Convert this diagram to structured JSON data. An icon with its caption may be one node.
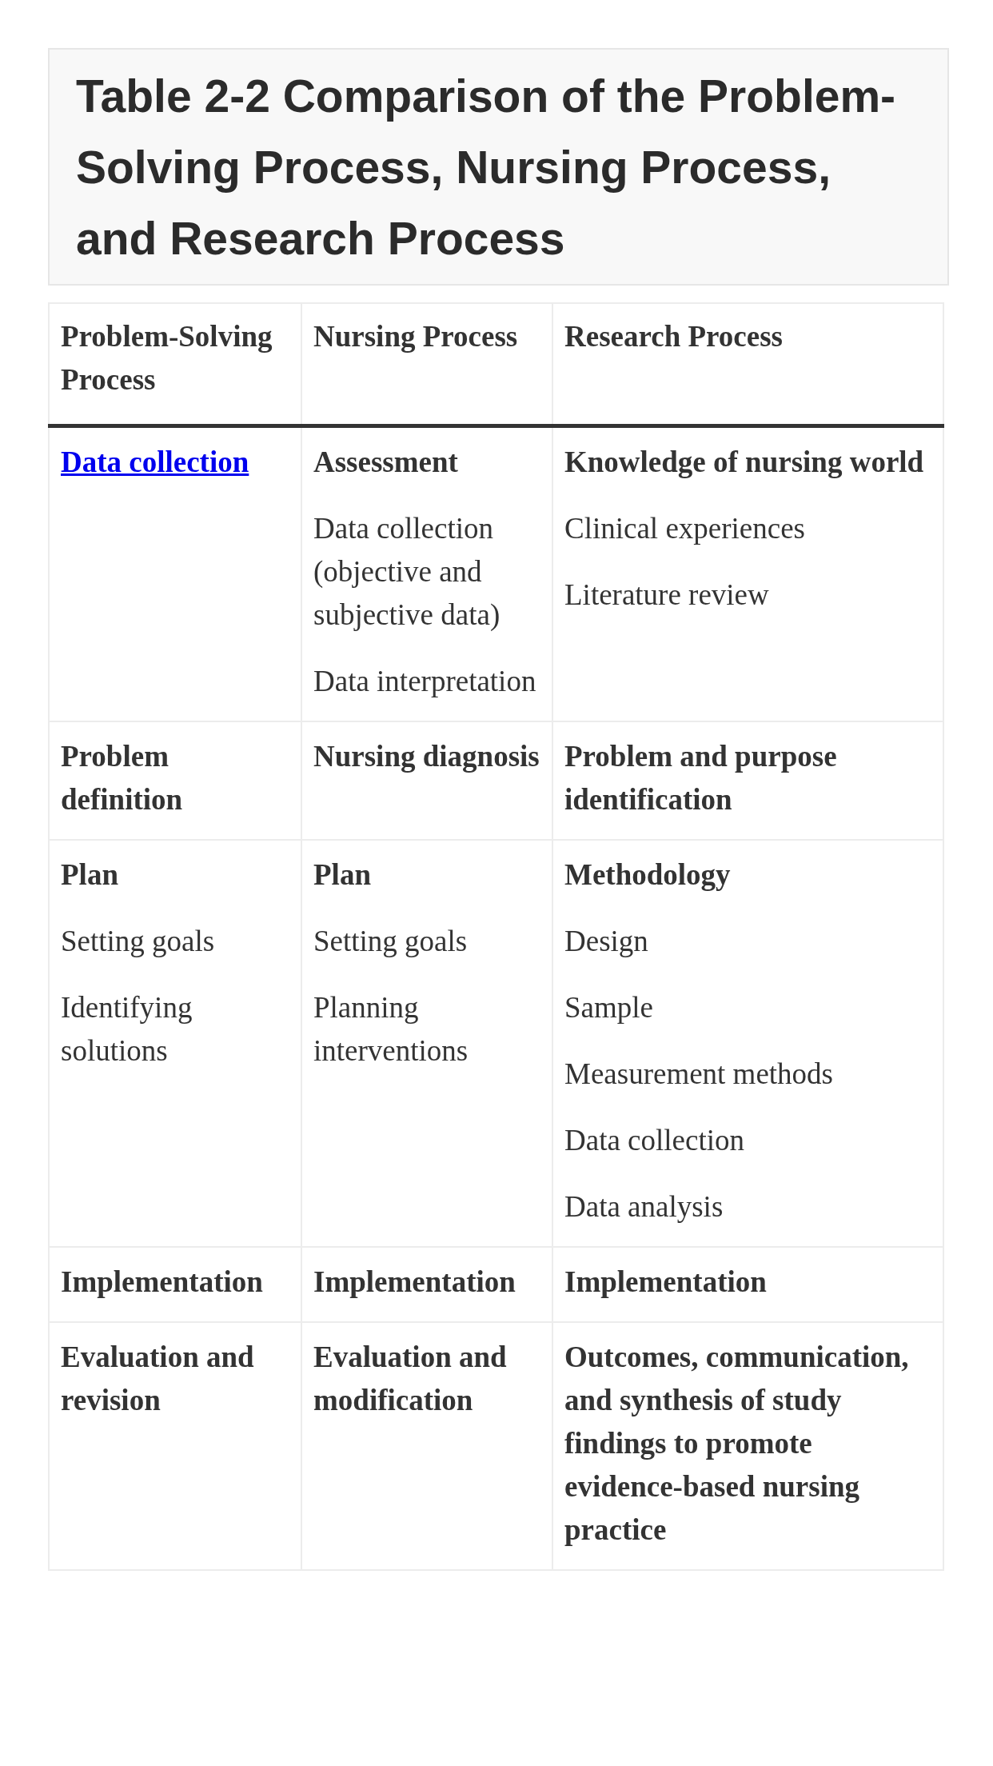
{
  "diagram": {
    "title": "Table 2-2 Comparison of the Problem-Solving Process, Nursing Process, and Research Process",
    "labels": [
      "Problem-Solving Process",
      "Nursing Process",
      "Research Process",
      "Data collection",
      "Assessment",
      "Data collection (objective and subjective data)",
      "Data interpretation",
      "Knowledge of nursing world",
      "Clinical experiences",
      "Literature review",
      "Problem definition",
      "Nursing diagnosis",
      "Problem and purpose identification",
      "Plan",
      "Setting goals",
      "Identifying solutions",
      "Plan",
      "Setting goals",
      "Planning interventions",
      "Methodology",
      "Design",
      "Sample",
      "Measurement methods",
      "Data collection",
      "Data analysis",
      "Implementation",
      "Implementation",
      "Implementation",
      "Evaluation and revision",
      "Evaluation and modification",
      "Outcomes, communication, and synthesis of study findings to promote evidence-based nursing practice"
    ]
  }
}
